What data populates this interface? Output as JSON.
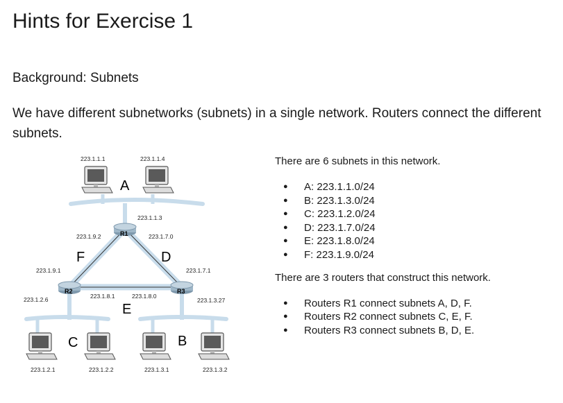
{
  "page": {
    "title": "Hints for Exercise 1",
    "subtitle": "Background: Subnets",
    "paragraph": "We have different subnetworks (subnets) in a single network. Routers connect the different subnets."
  },
  "diagram": {
    "addresses": {
      "a1": "223.1.1.1",
      "a2": "223.1.1.4",
      "a3": "223.1.1.3",
      "r1_left": "223.1.9.2",
      "r1_right": "223.1.7.0",
      "r2_top": "223.1.9.1",
      "r2_left": "223.1.2.6",
      "r2_right": "223.1.8.1",
      "r3_left": "223.1.8.0",
      "r3_top": "223.1.7.1",
      "r3_right": "223.1.3.27",
      "h_c1": "223.1.2.1",
      "h_c2": "223.1.2.2",
      "h_b1": "223.1.3.1",
      "h_b2": "223.1.3.2"
    },
    "routers": {
      "r1": "R1",
      "r2": "R2",
      "r3": "R3"
    },
    "subnet_labels": {
      "a": "A",
      "b": "B",
      "c": "C",
      "d": "D",
      "e": "E",
      "f": "F"
    }
  },
  "notes": {
    "intro1": "There are 6 subnets in this network.",
    "subnets": [
      "A: 223.1.1.0/24",
      "B: 223.1.3.0/24",
      "C: 223.1.2.0/24",
      "D: 223.1.7.0/24",
      "E: 223.1.8.0/24",
      "F: 223.1.9.0/24"
    ],
    "intro2": "There are 3 routers that construct this network.",
    "routers": [
      "Routers R1 connect subnets A, D, F.",
      "Routers R2 connect subnets C, E, F.",
      "Routers R3 connect subnets B, D, E."
    ]
  },
  "colors": {
    "subnet_band": "#c8dceb",
    "router": "#9fb7c8",
    "screen": "#5a5a5a"
  }
}
